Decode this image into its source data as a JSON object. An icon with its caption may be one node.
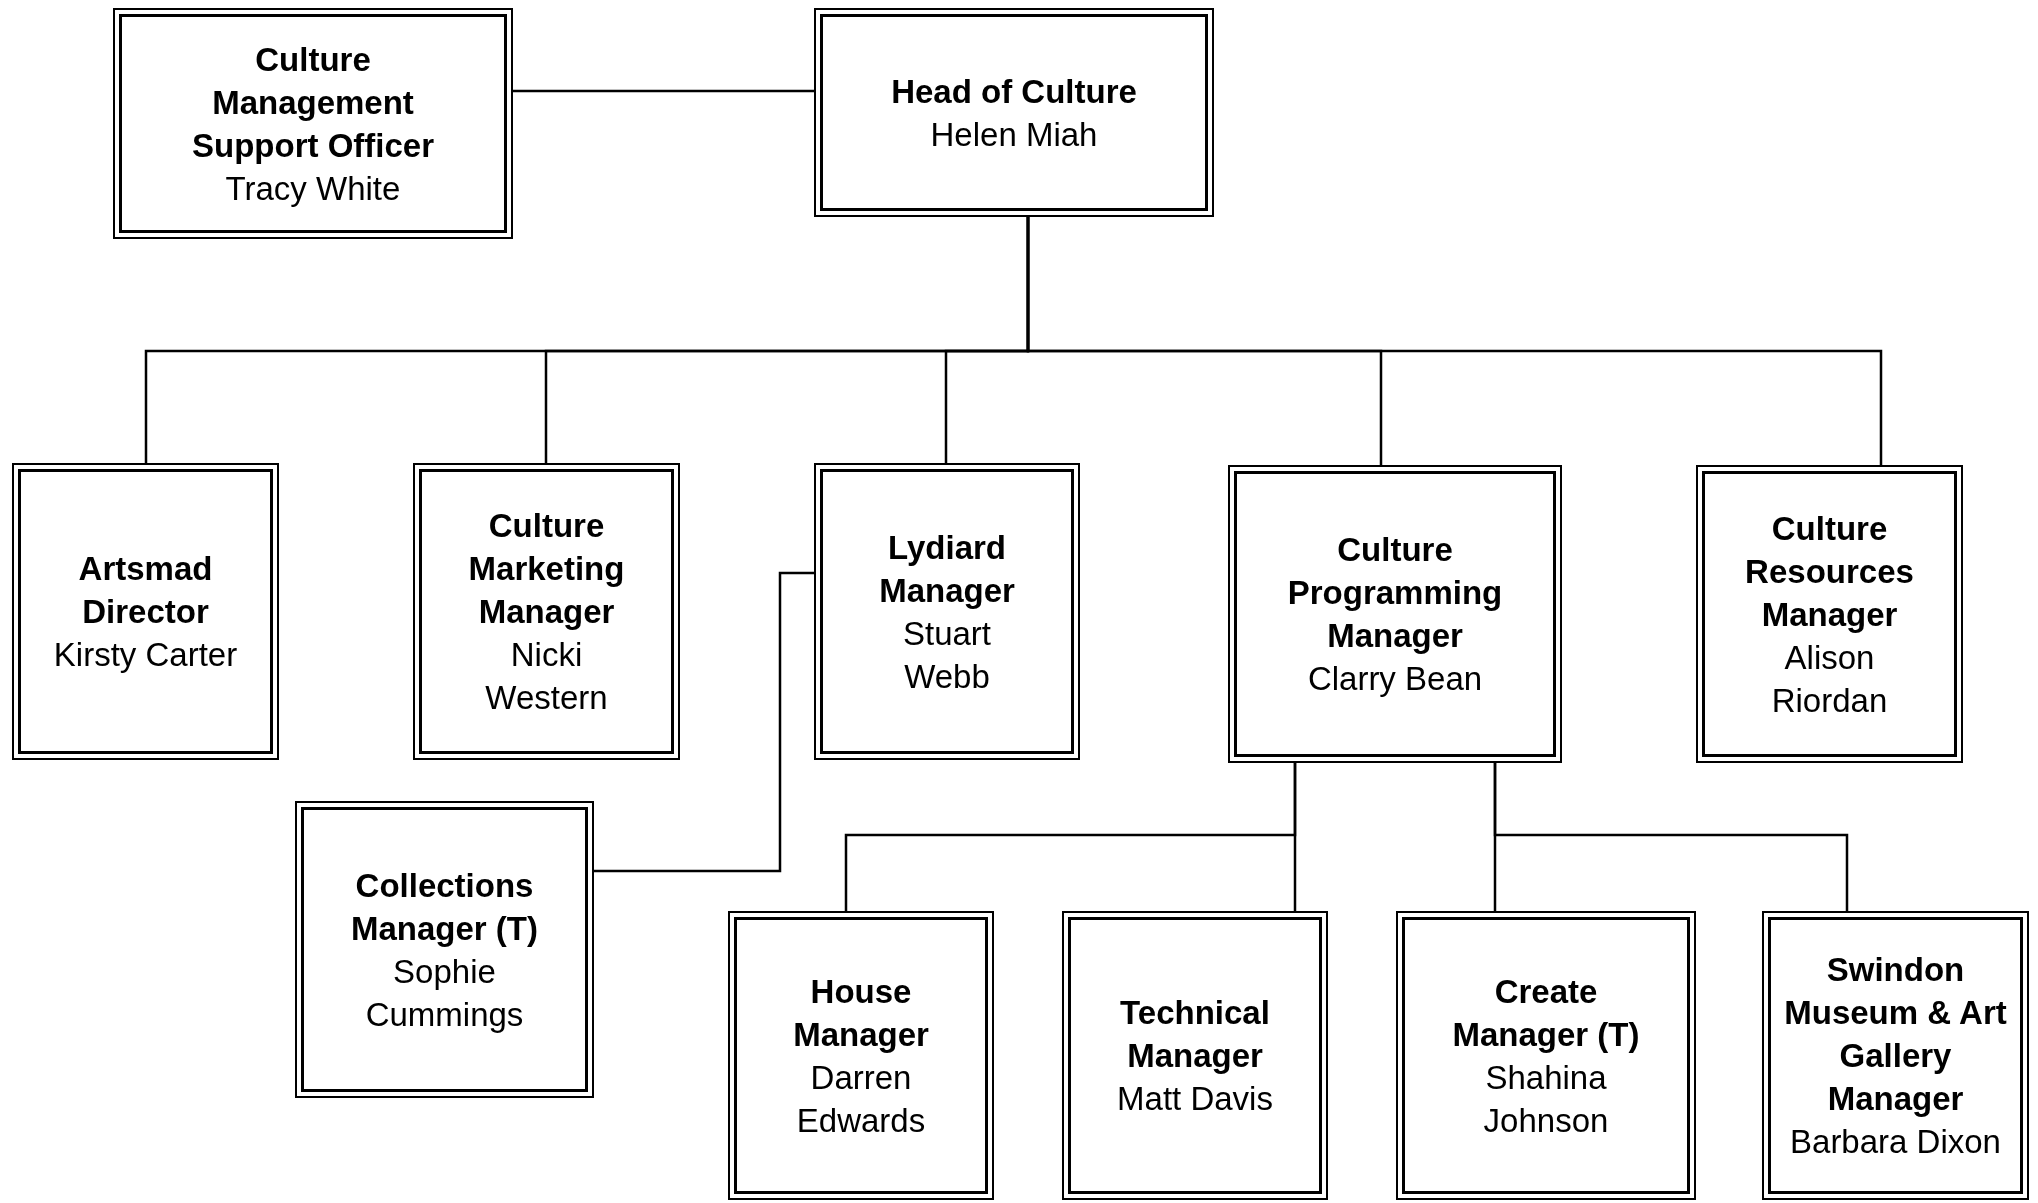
{
  "diagram": {
    "nodes": [
      {
        "text": [
          "Culture Management Support Officer",
          "Tracy White"
        ]
      },
      {
        "text": [
          "Head of Culture",
          "Helen Miah"
        ]
      },
      {
        "text": [
          "Artsmad Director",
          "Kirsty Carter"
        ]
      },
      {
        "text": [
          "Culture Marketing Manager",
          "Nicki Western"
        ]
      },
      {
        "text": [
          "Lydiard Manager",
          "Stuart Webb"
        ]
      },
      {
        "text": [
          "Culture Programming Manager",
          "Clarry Bean"
        ]
      },
      {
        "text": [
          "Culture Resources Manager",
          "Alison Riordan"
        ]
      },
      {
        "text": [
          "Collections Manager (T)",
          "Sophie Cummings"
        ]
      },
      {
        "text": [
          "House Manager",
          "Darren Edwards"
        ]
      },
      {
        "text": [
          "Technical Manager",
          "Matt Davis"
        ]
      },
      {
        "text": [
          "Create Manager (T)",
          "Shahina Johnson"
        ]
      },
      {
        "text": [
          "Swindon Museum & Art Gallery Manager",
          "Barbara Dixon"
        ]
      }
    ],
    "edges": [
      {
        "from": 1,
        "to": 0,
        "arrow": "none"
      },
      {
        "from": 1,
        "to": 2,
        "arrow": "none"
      },
      {
        "from": 1,
        "to": 3,
        "arrow": "none"
      },
      {
        "from": 1,
        "to": 4,
        "arrow": "none"
      },
      {
        "from": 1,
        "to": 5,
        "arrow": "none"
      },
      {
        "from": 1,
        "to": 6,
        "arrow": "none"
      },
      {
        "from": 4,
        "to": 7,
        "arrow": "none"
      },
      {
        "from": 5,
        "to": 8,
        "arrow": "none"
      },
      {
        "from": 5,
        "to": 9,
        "arrow": "none"
      },
      {
        "from": 5,
        "to": 10,
        "arrow": "none"
      },
      {
        "from": 5,
        "to": 11,
        "arrow": "none"
      }
    ]
  }
}
